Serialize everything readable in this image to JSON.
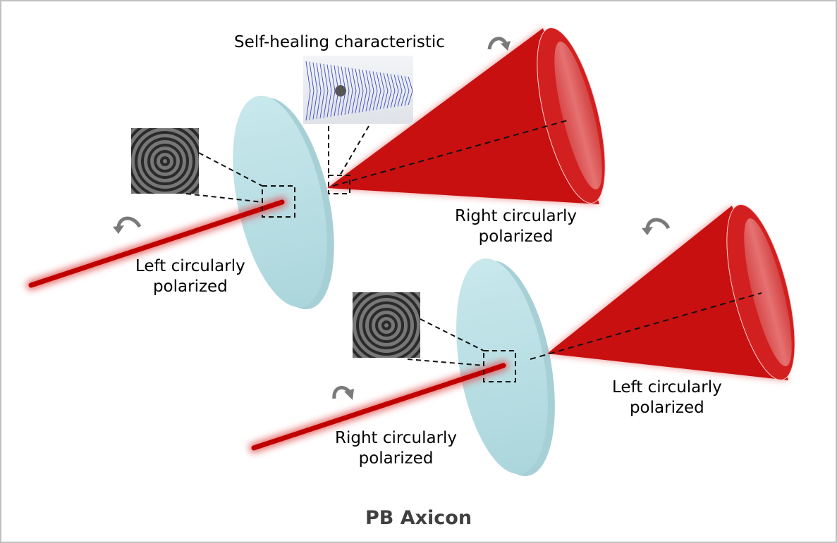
{
  "title": "PB Axicon",
  "annotations": {
    "self_healing": "Self-healing characteristic",
    "top_input": {
      "line1": "Left circularly",
      "line2": "polarized"
    },
    "top_output": {
      "line1": "Right circularly",
      "line2": "polarized"
    },
    "bottom_input": {
      "line1": "Right circularly",
      "line2": "polarized"
    },
    "bottom_output": {
      "line1": "Left circularly",
      "line2": "polarized"
    }
  },
  "colors": {
    "beam": "#c00000",
    "cone": "#c81010",
    "cone_rim": "#d42a2a",
    "cone_face": "#e06a6a",
    "plate": "#bfe3e8",
    "plate_edge": "#a9d2d8",
    "arrow": "#7a7a7a",
    "wave_lines": "#3a4bc8",
    "title": "#404040"
  },
  "icons": {
    "top_input_rotation": "counterclockwise-arrow",
    "top_output_rotation": "clockwise-arrow",
    "bottom_input_rotation": "clockwise-arrow",
    "bottom_output_rotation": "counterclockwise-arrow"
  }
}
